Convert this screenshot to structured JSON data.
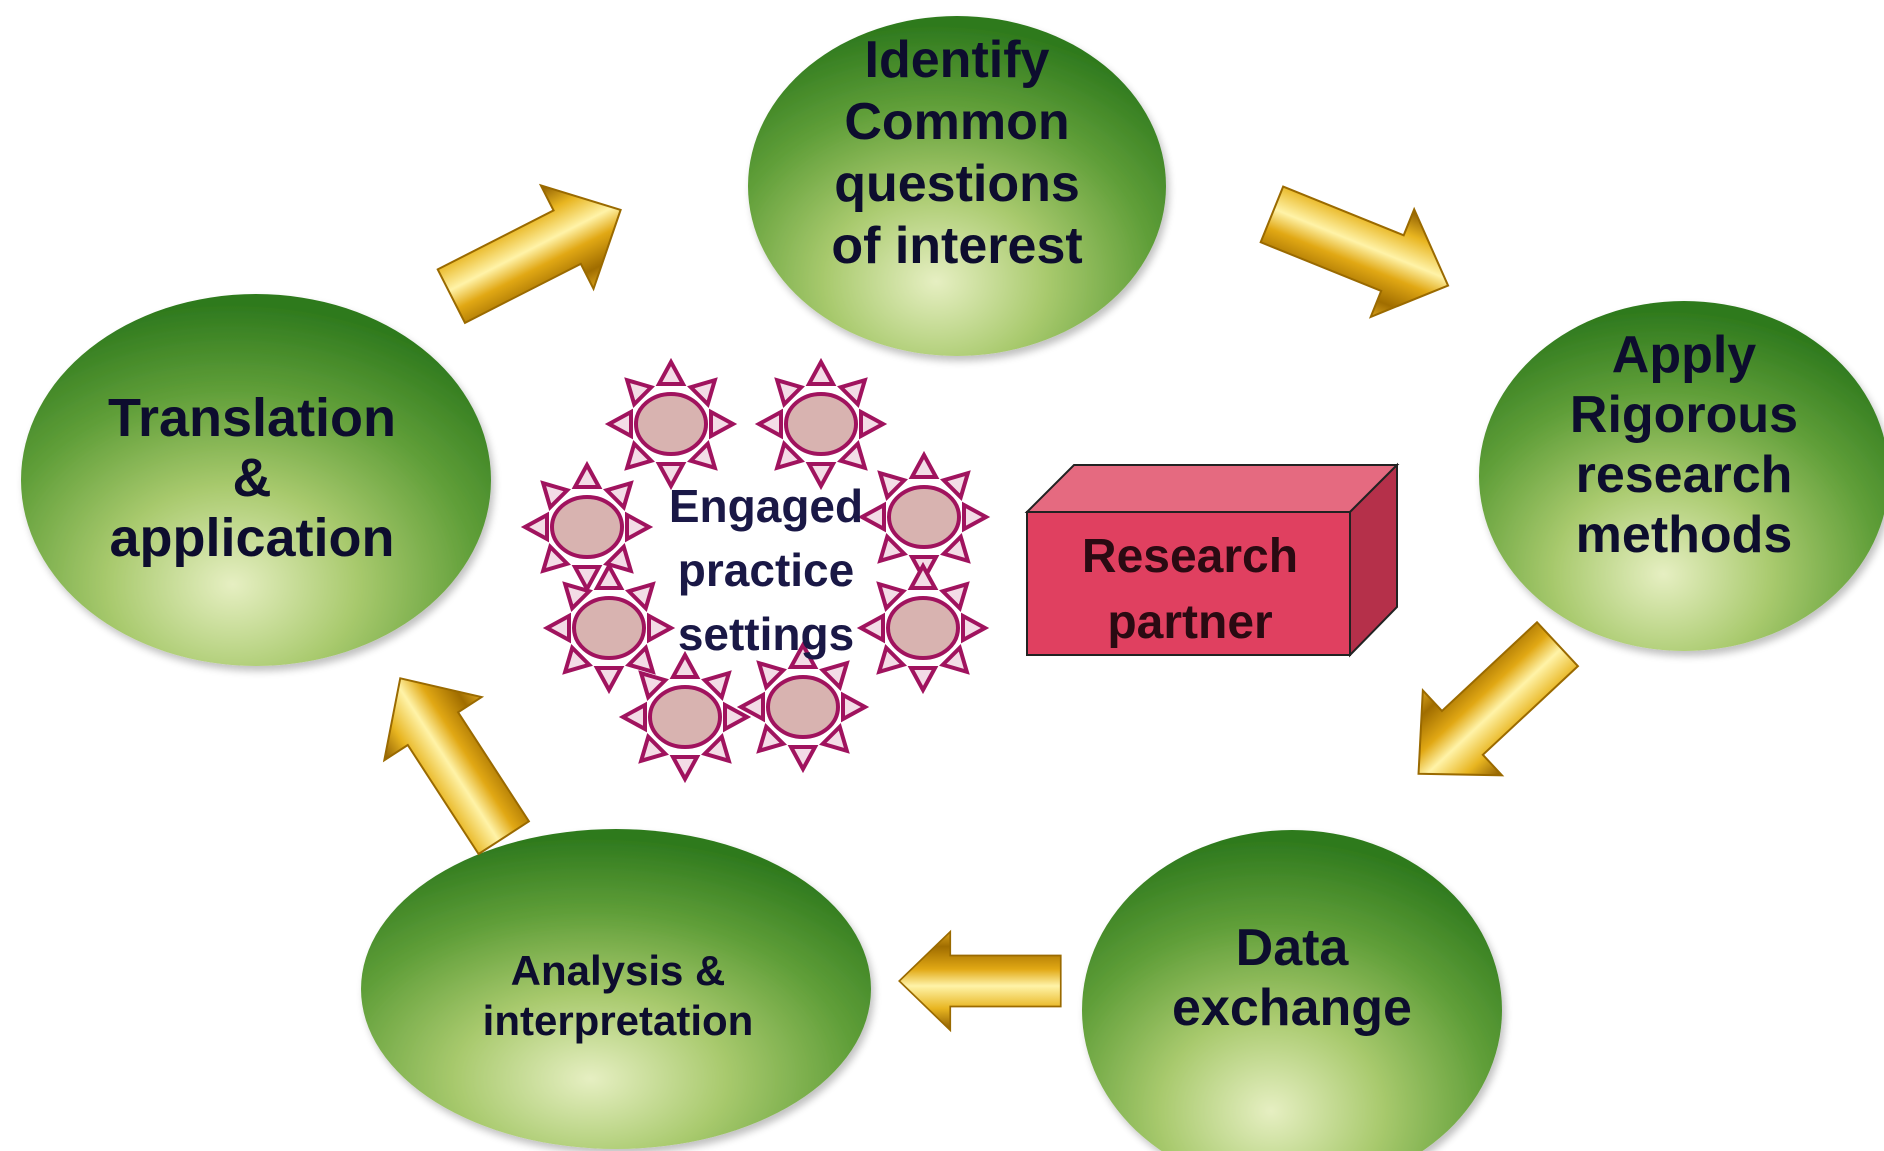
{
  "nodes": {
    "identify": [
      "Identify",
      "Common",
      "questions",
      "of interest"
    ],
    "apply": [
      "Apply",
      "Rigorous",
      "research",
      "methods"
    ],
    "data_exchange": [
      "Data",
      "exchange"
    ],
    "analysis": [
      "Analysis &",
      "interpretation"
    ],
    "translation": [
      "Translation",
      "&",
      "application"
    ]
  },
  "center": [
    "Engaged",
    "practice",
    "settings"
  ],
  "partner": [
    "Research",
    "partner"
  ],
  "colors": {
    "ellipse_light": "#dfe9b8",
    "ellipse_dark": "#3d8a24",
    "arrow_light": "#fff2a0",
    "arrow_dark": "#b37a00",
    "sun_fill": "#d8b3b0",
    "sun_stroke": "#a0135e",
    "box_front": "#e04060",
    "box_top": "#e56a80",
    "box_side": "#b5304a"
  }
}
